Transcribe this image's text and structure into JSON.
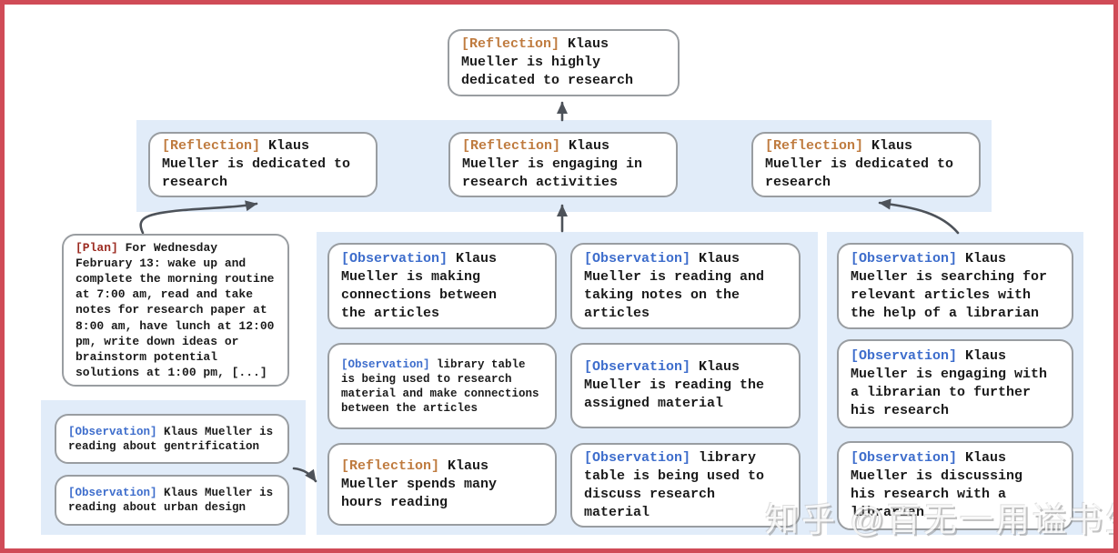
{
  "colors": {
    "frame": "#d04b57",
    "band": "#e1ecf9",
    "card_border": "#999da1",
    "reflection": "#bf7b3f",
    "plan": "#9c2b21",
    "observation": "#3d6dcc",
    "arrow": "#4d5259",
    "text": "#1b1b1b"
  },
  "watermark": "知乎 @百无一用谥书生",
  "nodes": {
    "root": {
      "tag": "[Reflection]",
      "text": "Klaus Mueller is highly dedicated to research"
    },
    "level2": [
      {
        "tag": "[Reflection]",
        "text": "Klaus Mueller is dedicated to research"
      },
      {
        "tag": "[Reflection]",
        "text": "Klaus Mueller is engaging in research activities"
      },
      {
        "tag": "[Reflection]",
        "text": "Klaus Mueller is dedicated to research"
      }
    ],
    "plan": {
      "tag": "[Plan]",
      "text": "For Wednesday February 13: wake up and complete the morning routine at 7:00 am, read and take notes for research paper at 8:00 am, have lunch at 12:00 pm, write down ideas or brainstorm potential solutions at 1:00 pm, [...]"
    },
    "left": [
      {
        "tag": "[Observation]",
        "text": "Klaus Mueller is reading about gentrification"
      },
      {
        "tag": "[Observation]",
        "text": "Klaus Mueller is reading about urban design"
      }
    ],
    "middle_col1": [
      {
        "tag": "[Observation]",
        "text": "Klaus Mueller is making connections between the articles"
      },
      {
        "tag": "[Observation]",
        "text": "library table is being used to research material and make connections between the articles"
      },
      {
        "tag": "[Reflection]",
        "text": "Klaus Mueller spends many hours reading"
      }
    ],
    "middle_col2": [
      {
        "tag": "[Observation]",
        "text": "Klaus Mueller is reading and taking notes on the articles"
      },
      {
        "tag": "[Observation]",
        "text": "Klaus Mueller is reading the assigned material"
      },
      {
        "tag": "[Observation]",
        "text": "library table is being used to discuss research material"
      }
    ],
    "right": [
      {
        "tag": "[Observation]",
        "text": "Klaus Mueller is searching for relevant articles with the help of a librarian"
      },
      {
        "tag": "[Observation]",
        "text": "Klaus Mueller is engaging with a librarian to further his research"
      },
      {
        "tag": "[Observation]",
        "text": "Klaus Mueller is discussing his research with a librarian"
      }
    ]
  }
}
